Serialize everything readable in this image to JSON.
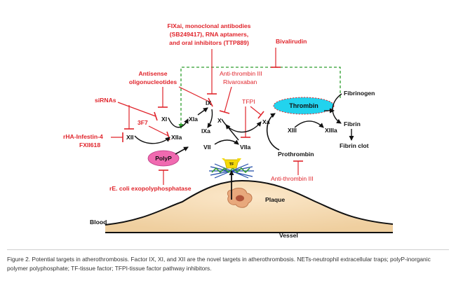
{
  "labels": {
    "inhibitors_ix_line1": "FIXai, monoclonal antibodies",
    "inhibitors_ix_line2": "(SB249417), RNA aptamers,",
    "inhibitors_ix_line3": "and oral inhibitors (TTP889)",
    "bivalirudin": "Bivalirudin",
    "antisense_line1": "Antisense",
    "antisense_line2": "oligonucleotides",
    "anti_thrombin_iii_top": "Anti-thrombin III",
    "rivaroxaban": "Rivaroxaban",
    "sirnas": "siRNAs",
    "tfpi": "TFPI",
    "three_f7": "3F7",
    "rha_infestin": "rHA-Infestin-4",
    "fxii618": "FXII618",
    "ecoli_exopolyphosphatase": "rE. coli exopolyphosphatase",
    "anti_thrombin_iii_bottom": "Anti-thrombin III"
  },
  "factors": {
    "xi": "XI",
    "xia": "XIa",
    "xii": "XII",
    "xiia": "XIIa",
    "ix": "IX",
    "ixa": "IXa",
    "x": "X",
    "xa": "Xa",
    "vii": "VII",
    "viia": "VIIa",
    "polyp": "PolyP",
    "tf": "TF",
    "thrombin": "Thrombin",
    "fibrinogen": "Fibrinogen",
    "fibrin": "Fibrin",
    "xiii": "XIII",
    "xiiia": "XIIIa",
    "fibrin_clot": "Fibrin clot",
    "prothrombin": "Prothrombin"
  },
  "regions": {
    "plaque": "Plaque",
    "blood": "Blood",
    "vessel": "Vessel"
  },
  "caption": "Figure 2. Potential targets in atherothrombosis. Factor IX, XI, and XII are the novel targets in atherothrombosis. NETs-neutrophil extracellular traps; polyP-inorganic polymer polyphosphate; TF-tissue factor; TFPI-tissue factor pathway inhibitors.",
  "colors": {
    "inhibitor_red": "#e0242b",
    "activation_green": "#2e9e2e",
    "thrombin_cyan": "#22d3ee",
    "polyp_pink": "#f06ab0",
    "tf_yellow": "#f5d90a",
    "plaque_tan": "#f3d9b1"
  }
}
